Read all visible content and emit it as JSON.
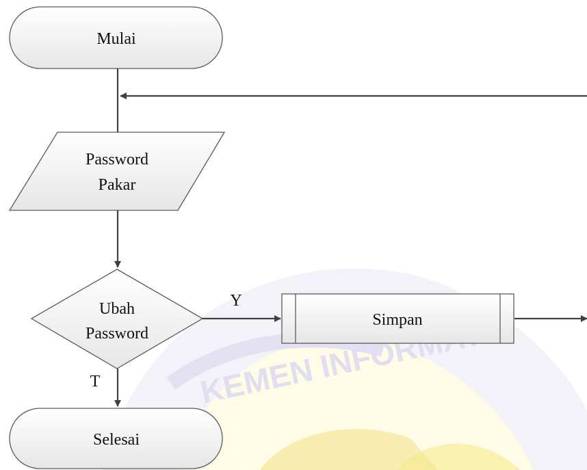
{
  "nodes": {
    "start": "Mulai",
    "input_line1": "Password",
    "input_line2": "Pakar",
    "decision_line1": "Ubah",
    "decision_line2": "Password",
    "process": "Simpan",
    "end": "Selesai"
  },
  "edges": {
    "yes_label": "Y",
    "no_label": "T"
  },
  "watermark": {
    "text": "KEMEN INFORMATIK",
    "colors": {
      "purple": "#d4d2ea",
      "yellow": "#f6e98c"
    }
  },
  "colors": {
    "shape_fill_top": "#ffffff",
    "shape_fill_bottom": "#e8e8e8",
    "stroke": "#5a5a5a",
    "connector": "#404040"
  }
}
